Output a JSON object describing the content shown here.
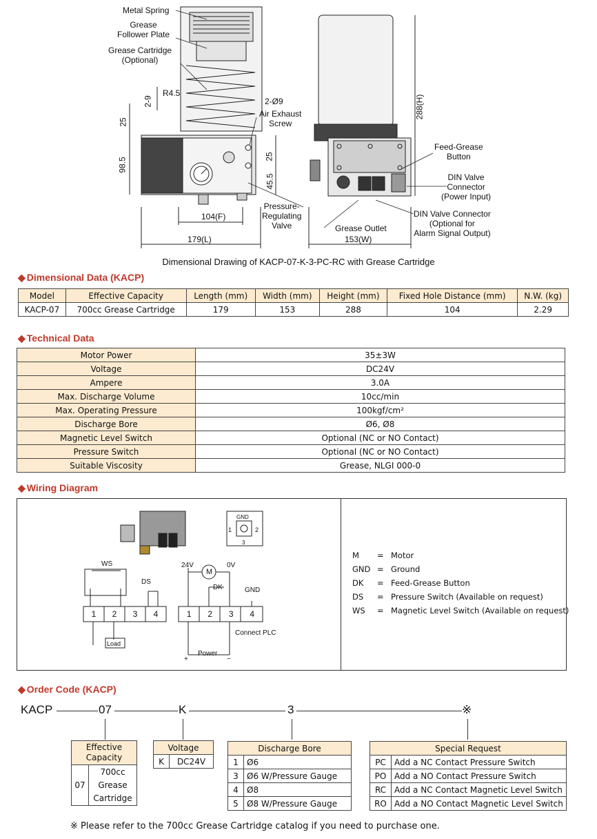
{
  "drawing": {
    "labels": {
      "metal_spring": "Metal Spring",
      "grease_follower_plate": "Grease\nFollower Plate",
      "grease_cartridge": "Grease Cartridge\n(Optional)",
      "r45": "R4.5",
      "d29": "2-9",
      "d25a": "25",
      "d985": "98.5",
      "d2o9": "2-Ø9",
      "air_exhaust": "Air Exhaust\nScrew",
      "d25b": "25",
      "d455": "45.5",
      "d104f": "104(F)",
      "d179l": "179(L)",
      "pressure_valve": "Pressure-\nRegulating\nValve",
      "grease_outlet": "Grease Outlet",
      "d153w": "153(W)",
      "d288h": "288(H)",
      "feed_grease_button": "Feed-Grease\nButton",
      "din_power": "DIN Valve\nConnector\n(Power Input)",
      "din_alarm": "DIN Valve Connector\n(Optional for\nAlarm Signal Output)"
    },
    "caption": "Dimensional Drawing of KACP-07-K-3-PC-RC with Grease Cartridge"
  },
  "dimensional": {
    "title": "Dimensional Data (KACP)",
    "headers": [
      "Model",
      "Effective Capacity",
      "Length (mm)",
      "Width (mm)",
      "Height (mm)",
      "Fixed Hole Distance (mm)",
      "N.W. (kg)"
    ],
    "row": [
      "KACP-07",
      "700cc Grease Cartridge",
      "179",
      "153",
      "288",
      "104",
      "2.29"
    ]
  },
  "technical": {
    "title": "Technical Data",
    "rows": [
      [
        "Motor Power",
        "35±3W"
      ],
      [
        "Voltage",
        "DC24V"
      ],
      [
        "Ampere",
        "3.0A"
      ],
      [
        "Max. Discharge Volume",
        "10cc/min"
      ],
      [
        "Max. Operating Pressure",
        "100kgf/cm²"
      ],
      [
        "Discharge Bore",
        "Ø6, Ø8"
      ],
      [
        "Magnetic Level Switch",
        "Optional (NC or NO Contact)"
      ],
      [
        "Pressure Switch",
        "Optional (NC or NO Contact)"
      ],
      [
        "Suitable Viscosity",
        "Grease, NLGI 000-0"
      ]
    ]
  },
  "wiring": {
    "title": "Wiring Diagram",
    "labels": {
      "ws": "WS",
      "ds": "DS",
      "dk": "DK",
      "v24": "24V",
      "v0": "0V",
      "m": "M",
      "gnd": "GND",
      "load": "Load",
      "connect_plc": "Connect PLC",
      "power": "Power",
      "plus": "+",
      "minus": "−",
      "gnd_small": "GND",
      "c1": "1",
      "c2": "2",
      "c3": "3"
    },
    "terminals_left": [
      "1",
      "2",
      "3",
      "4"
    ],
    "terminals_right": [
      "1",
      "2",
      "3",
      "4"
    ],
    "legend": [
      {
        "key": "M",
        "eq": "=",
        "val": "Motor"
      },
      {
        "key": "GND",
        "eq": "=",
        "val": "Ground"
      },
      {
        "key": "DK",
        "eq": "=",
        "val": "Feed-Grease Button"
      },
      {
        "key": "DS",
        "eq": "=",
        "val": "Pressure Switch (Available on request)"
      },
      {
        "key": "WS",
        "eq": "=",
        "val": "Magnetic Level Switch (Available on request)"
      }
    ]
  },
  "order": {
    "title": "Order Code (KACP)",
    "code": {
      "kacp": "KACP",
      "p07": "07",
      "k": "K",
      "p3": "3",
      "note": "※"
    },
    "capacity": {
      "header": "Effective Capacity",
      "code": "07",
      "value": "700cc\nGrease\nCartridge"
    },
    "voltage": {
      "header": "Voltage",
      "code": "K",
      "value": "DC24V"
    },
    "bore": {
      "header": "Discharge Bore",
      "rows": [
        [
          "1",
          "Ø6"
        ],
        [
          "3",
          "Ø6 W/Pressure Gauge"
        ],
        [
          "4",
          "Ø8"
        ],
        [
          "5",
          "Ø8 W/Pressure Gauge"
        ]
      ]
    },
    "special": {
      "header": "Special Request",
      "rows": [
        [
          "PC",
          "Add a NC Contact Pressure Switch"
        ],
        [
          "PO",
          "Add a NO Contact Pressure Switch"
        ],
        [
          "RC",
          "Add a NC Contact Magnetic Level Switch"
        ],
        [
          "RO",
          "Add a NO Contact Magnetic Level Switch"
        ]
      ]
    },
    "footnote": "※  Please refer to the 700cc Grease Cartridge catalog if you need to purchase one."
  }
}
